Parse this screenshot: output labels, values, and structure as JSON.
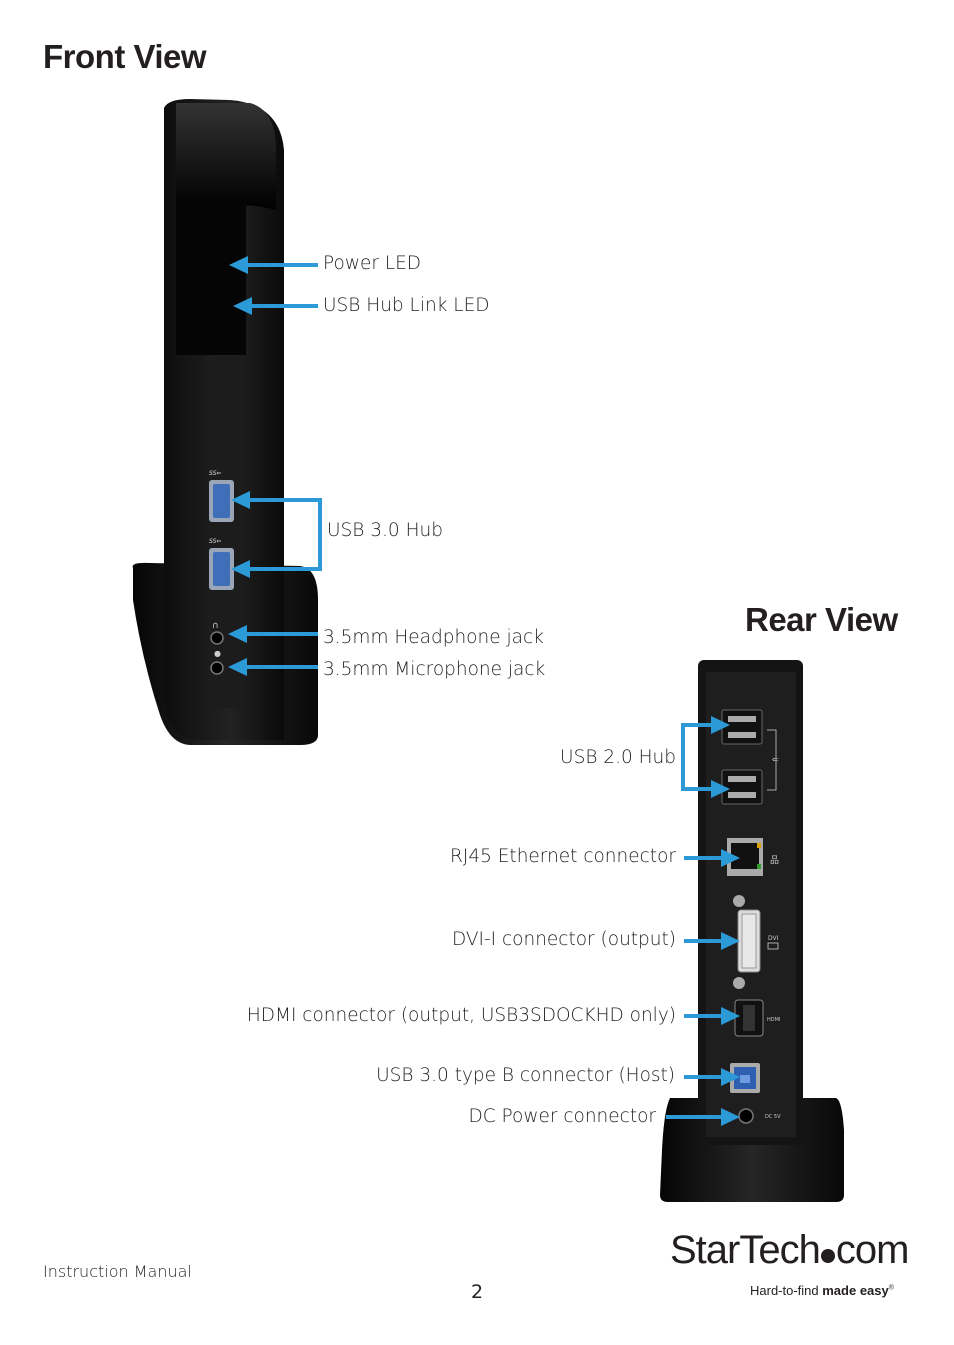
{
  "front": {
    "title": "Front View",
    "labels": {
      "power_led": "Power LED",
      "usb_hub_link_led": "USB Hub Link LED",
      "usb30_hub": "USB 3.0 Hub",
      "headphone": "3.5mm Headphone jack",
      "microphone": "3.5mm Microphone jack"
    }
  },
  "rear": {
    "title": "Rear View",
    "labels": {
      "usb20_hub": "USB 2.0 Hub",
      "rj45": "RJ45 Ethernet connector",
      "dvi": "DVI-I connector (output)",
      "hdmi": "HDMI connector (output, USB3SDOCKHD only)",
      "usb30_typeb": "USB 3.0 type B connector (Host)",
      "dc_power": "DC Power connector"
    },
    "port_marks": {
      "dvi": "DVI",
      "hdmi": "HDMI",
      "dc": "DC 5V"
    }
  },
  "footer": {
    "manual": "Instruction Manual",
    "page_number": "2",
    "brand": "StarTech",
    "brand_suffix": "com",
    "tagline_regular": "Hard-to-find ",
    "tagline_bold": "made easy",
    "tagline_mark": "®"
  },
  "colors": {
    "arrow": "#2b9ad7",
    "device": "#151515",
    "text": "#231f20"
  }
}
